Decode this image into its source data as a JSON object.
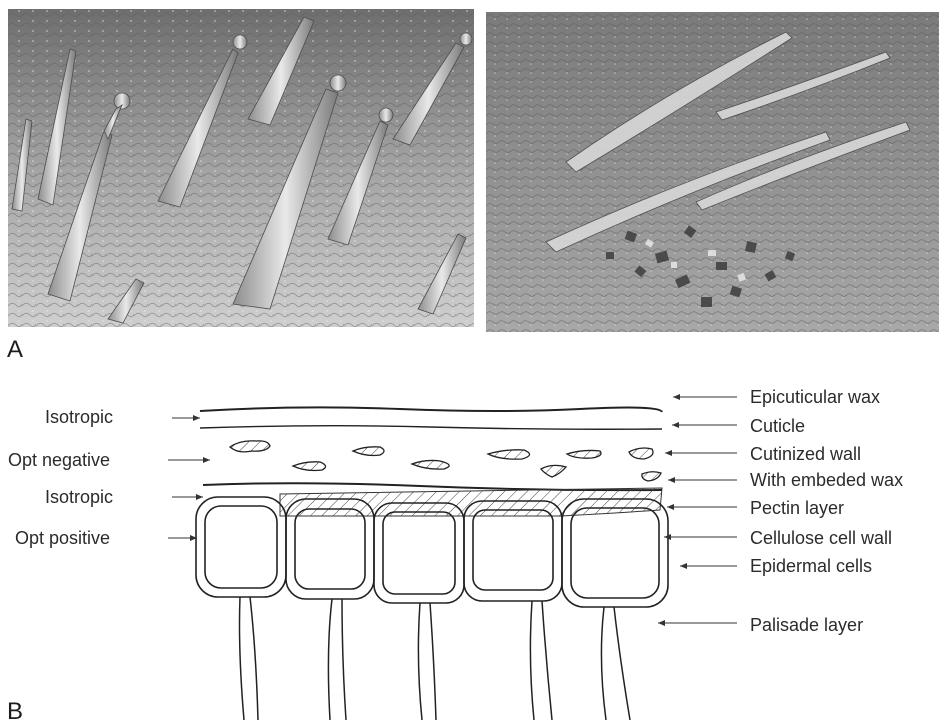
{
  "panels": {
    "a": {
      "letter": "A"
    },
    "b": {
      "letter": "B"
    }
  },
  "left_labels": [
    "Isotropic",
    "Opt negative",
    "Isotropic",
    "Opt positive"
  ],
  "right_labels": [
    "Epicuticular wax",
    "Cuticle",
    "Cutinized wall",
    "With embeded wax",
    "Pectin layer",
    "Cellulose cell wall",
    "Epidermal cells",
    "Palisade layer"
  ]
}
